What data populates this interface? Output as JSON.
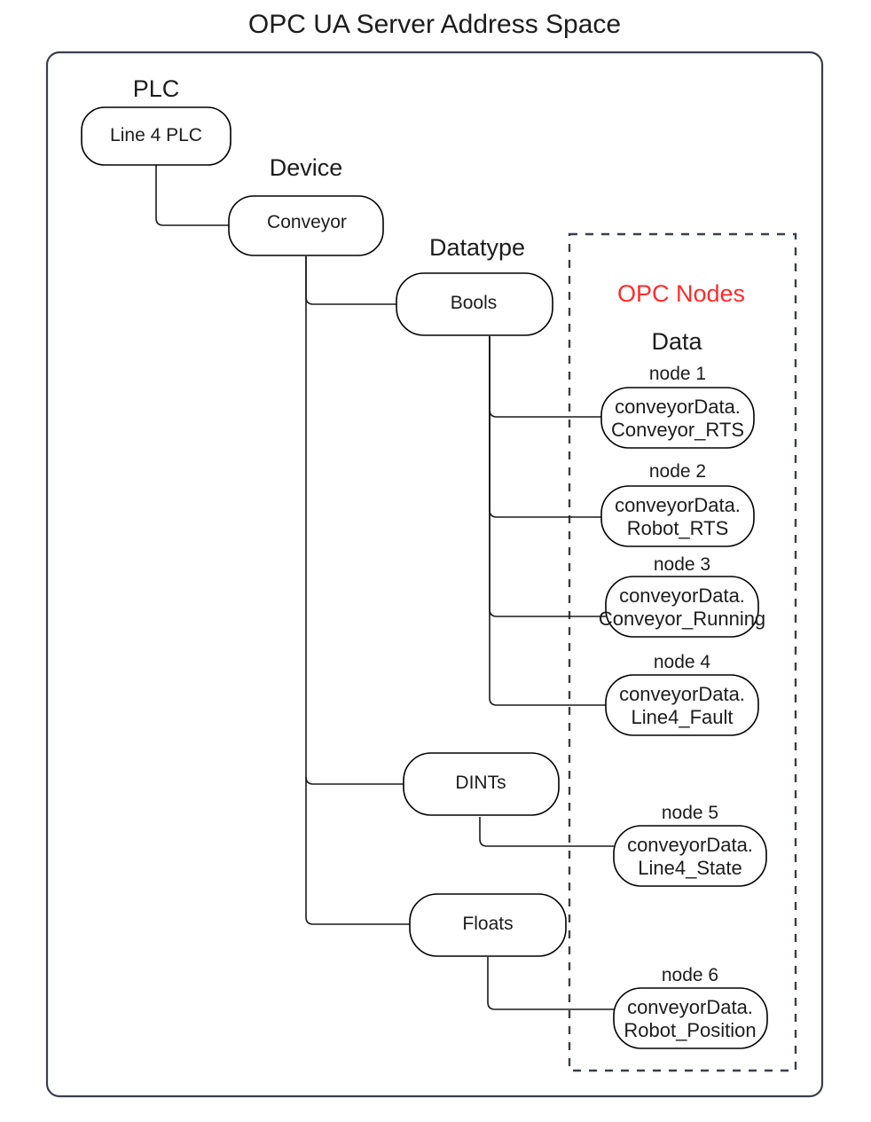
{
  "title": "OPC UA Server Address Space",
  "colors": {
    "accent_red": "#ff2b2b",
    "stroke": "#1a1a1a",
    "box_border": "#3b3f4a"
  },
  "opc_region": {
    "heading": "OPC Nodes",
    "subheading": "Data"
  },
  "groups": [
    {
      "caption": "PLC"
    },
    {
      "caption": "Device"
    },
    {
      "caption": "Datatype"
    }
  ],
  "tree": {
    "plc": {
      "label": "Line 4 PLC"
    },
    "device": {
      "label": "Conveyor"
    },
    "datatypes": [
      {
        "label": "Bools"
      },
      {
        "label": "DINTs"
      },
      {
        "label": "Floats"
      }
    ]
  },
  "nodes": [
    {
      "caption": "node 1",
      "line1": "conveyorData.",
      "line2": "Conveyor_RTS"
    },
    {
      "caption": "node 2",
      "line1": "conveyorData.",
      "line2": "Robot_RTS"
    },
    {
      "caption": "node 3",
      "line1": "conveyorData.",
      "line2": "Conveyor_Running"
    },
    {
      "caption": "node 4",
      "line1": "conveyorData.",
      "line2": "Line4_Fault"
    },
    {
      "caption": "node 5",
      "line1": "conveyorData.",
      "line2": "Line4_State"
    },
    {
      "caption": "node 6",
      "line1": "conveyorData.",
      "line2": "Robot_Position"
    }
  ]
}
